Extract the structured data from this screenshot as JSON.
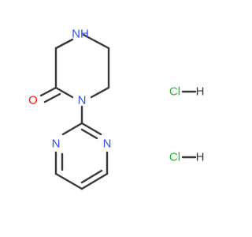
{
  "molecule": {
    "labels": {
      "nh": "NH",
      "ring_n": "N",
      "o": "O",
      "pyr_n_left": "N",
      "pyr_n_right": "N",
      "hcl1_cl": "Cl",
      "hcl1_h": "H",
      "hcl2_cl": "Cl",
      "hcl2_h": "H"
    },
    "colors": {
      "nitrogen": "#3050f8",
      "oxygen": "#ff0d0d",
      "chlorine": "#1fba1f",
      "hydrogen": "#383838",
      "bond": "#383838"
    }
  }
}
